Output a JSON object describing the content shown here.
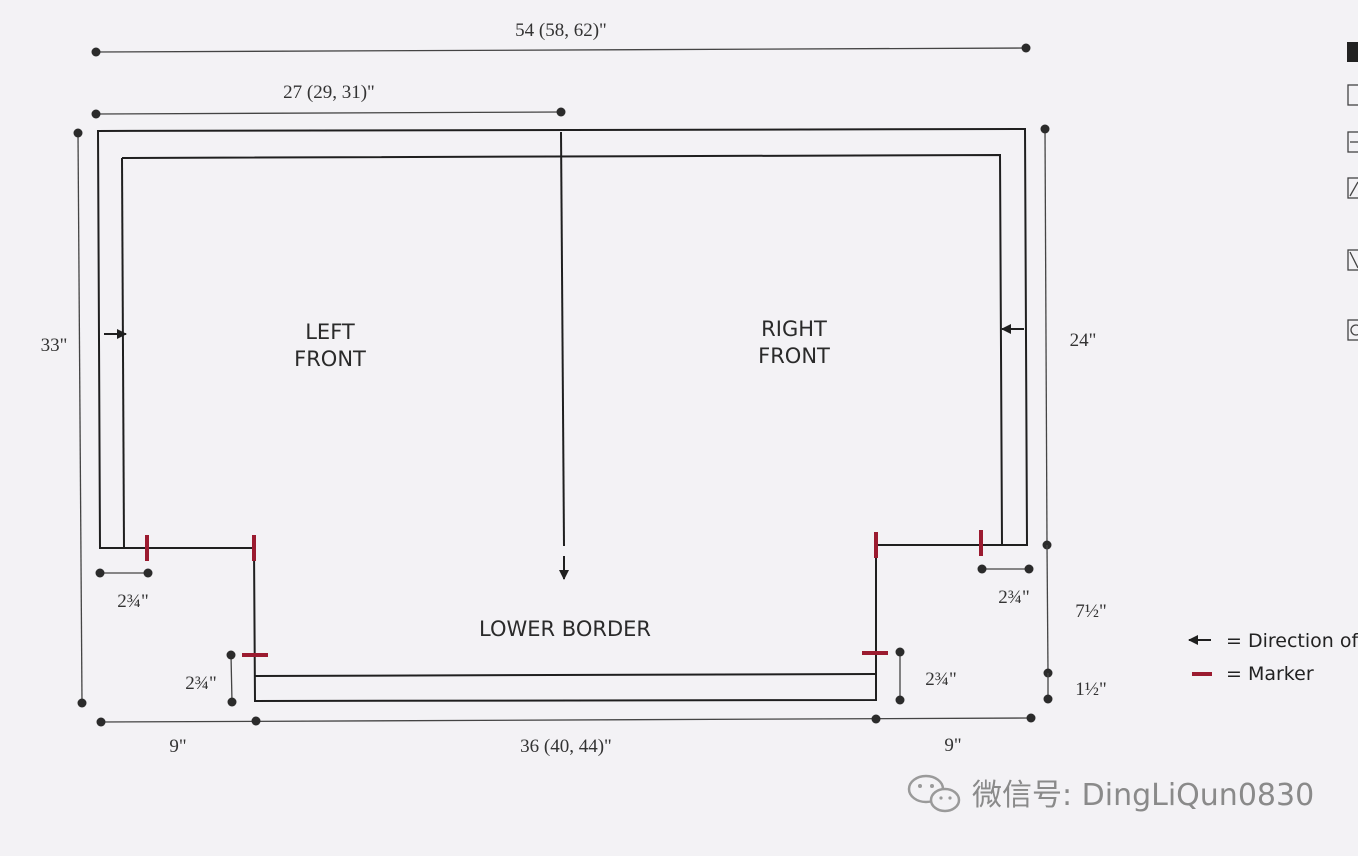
{
  "dimensions": {
    "total_width": "54 (58, 62)\"",
    "half_width": "27 (29, 31)\"",
    "total_height": "33\"",
    "front_height": "24\"",
    "left_edge": "2¾\"",
    "right_edge": "2¾\"",
    "border_height": "7½\"",
    "band_height": "1½\"",
    "left_tab": "2¾\"",
    "right_tab": "2¾\"",
    "left_offset": "9\"",
    "border_width": "36 (40, 44)\"",
    "right_offset": "9\""
  },
  "sections": {
    "left_front_line1": "LEFT",
    "left_front_line2": "FRONT",
    "right_front_line1": "RIGHT",
    "right_front_line2": "FRONT",
    "lower_border": "LOWER BORDER"
  },
  "legend": {
    "direction": "= Direction of",
    "marker": "= Marker"
  },
  "watermark": {
    "text": "微信号: DingLiQun0830"
  },
  "colors": {
    "marker": "#9b1b30",
    "line": "#1f1f1f",
    "background": "#f3f2f5"
  }
}
